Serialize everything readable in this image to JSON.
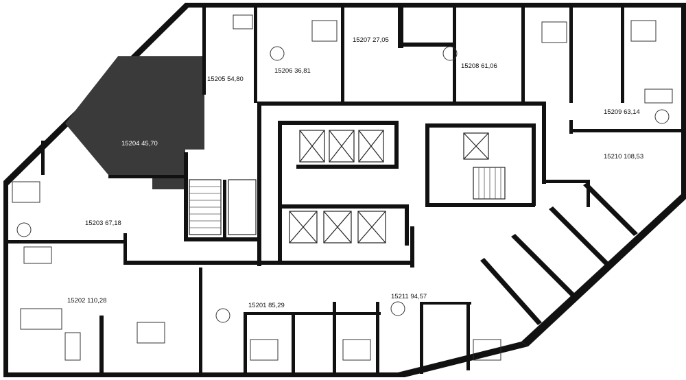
{
  "plan": {
    "selected_unit": "15204",
    "colors": {
      "wall": "#111111",
      "selected": "#3a3a3a",
      "label": "#111111"
    },
    "units": [
      {
        "id": "15201",
        "area": "85,29"
      },
      {
        "id": "15202",
        "area": "110,28"
      },
      {
        "id": "15203",
        "area": "67,18"
      },
      {
        "id": "15204",
        "area": "45,70"
      },
      {
        "id": "15205",
        "area": "54,80"
      },
      {
        "id": "15206",
        "area": "36,81"
      },
      {
        "id": "15207",
        "area": "27,05"
      },
      {
        "id": "15208",
        "area": "61,06"
      },
      {
        "id": "15209",
        "area": "63,14"
      },
      {
        "id": "15210",
        "area": "108,53"
      },
      {
        "id": "15211",
        "area": "94,57"
      }
    ],
    "cores": [
      "stair-core-west",
      "stair-core-east",
      "elevator-bank-north",
      "elevator-bank-south"
    ]
  }
}
